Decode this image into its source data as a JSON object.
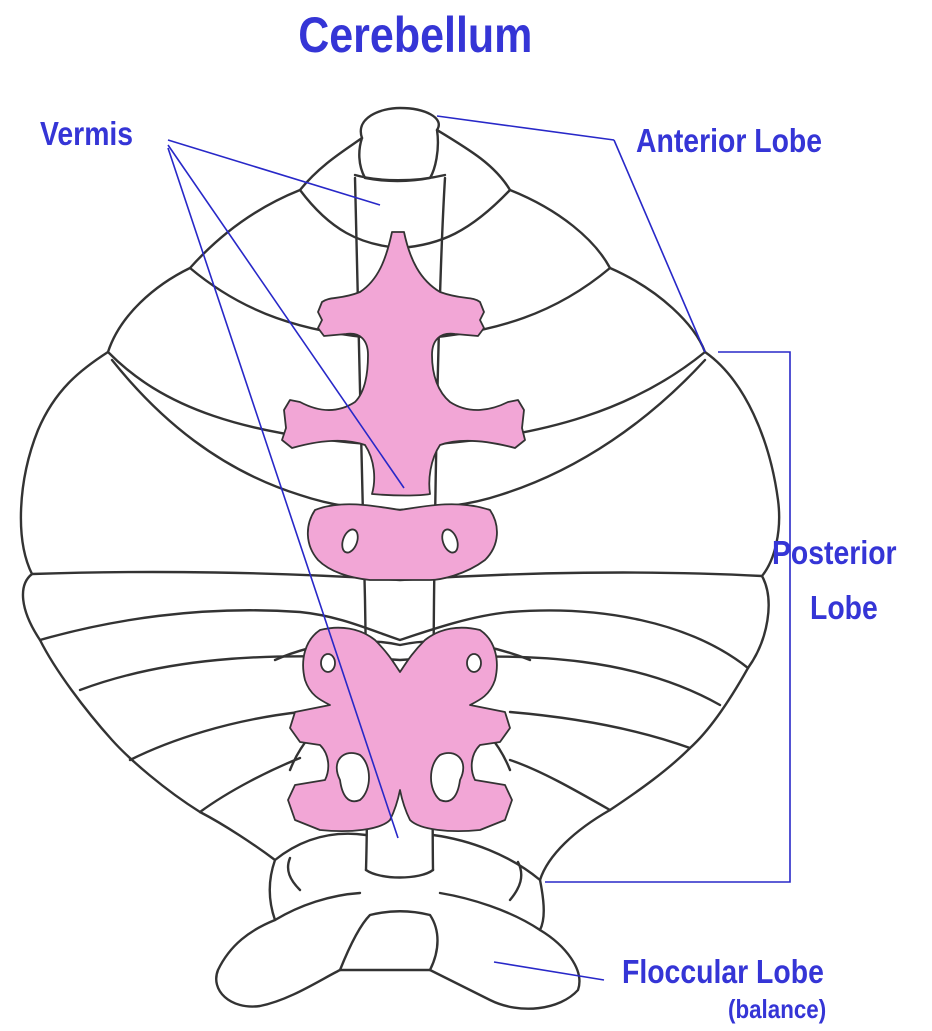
{
  "title": "Cerebellum",
  "labels": {
    "vermis": "Vermis",
    "anterior_lobe": "Anterior Lobe",
    "posterior_lobe_line1": "Posterior",
    "posterior_lobe_line2": "Lobe",
    "floccular_lobe": "Floccular Lobe",
    "floccular_note": "(balance)"
  },
  "colors": {
    "label_text": "#3535d6",
    "leader_lines": "#2828c8",
    "outline": "#333333",
    "arbor_vitae_fill": "#f2a6d6",
    "background": "#ffffff"
  }
}
